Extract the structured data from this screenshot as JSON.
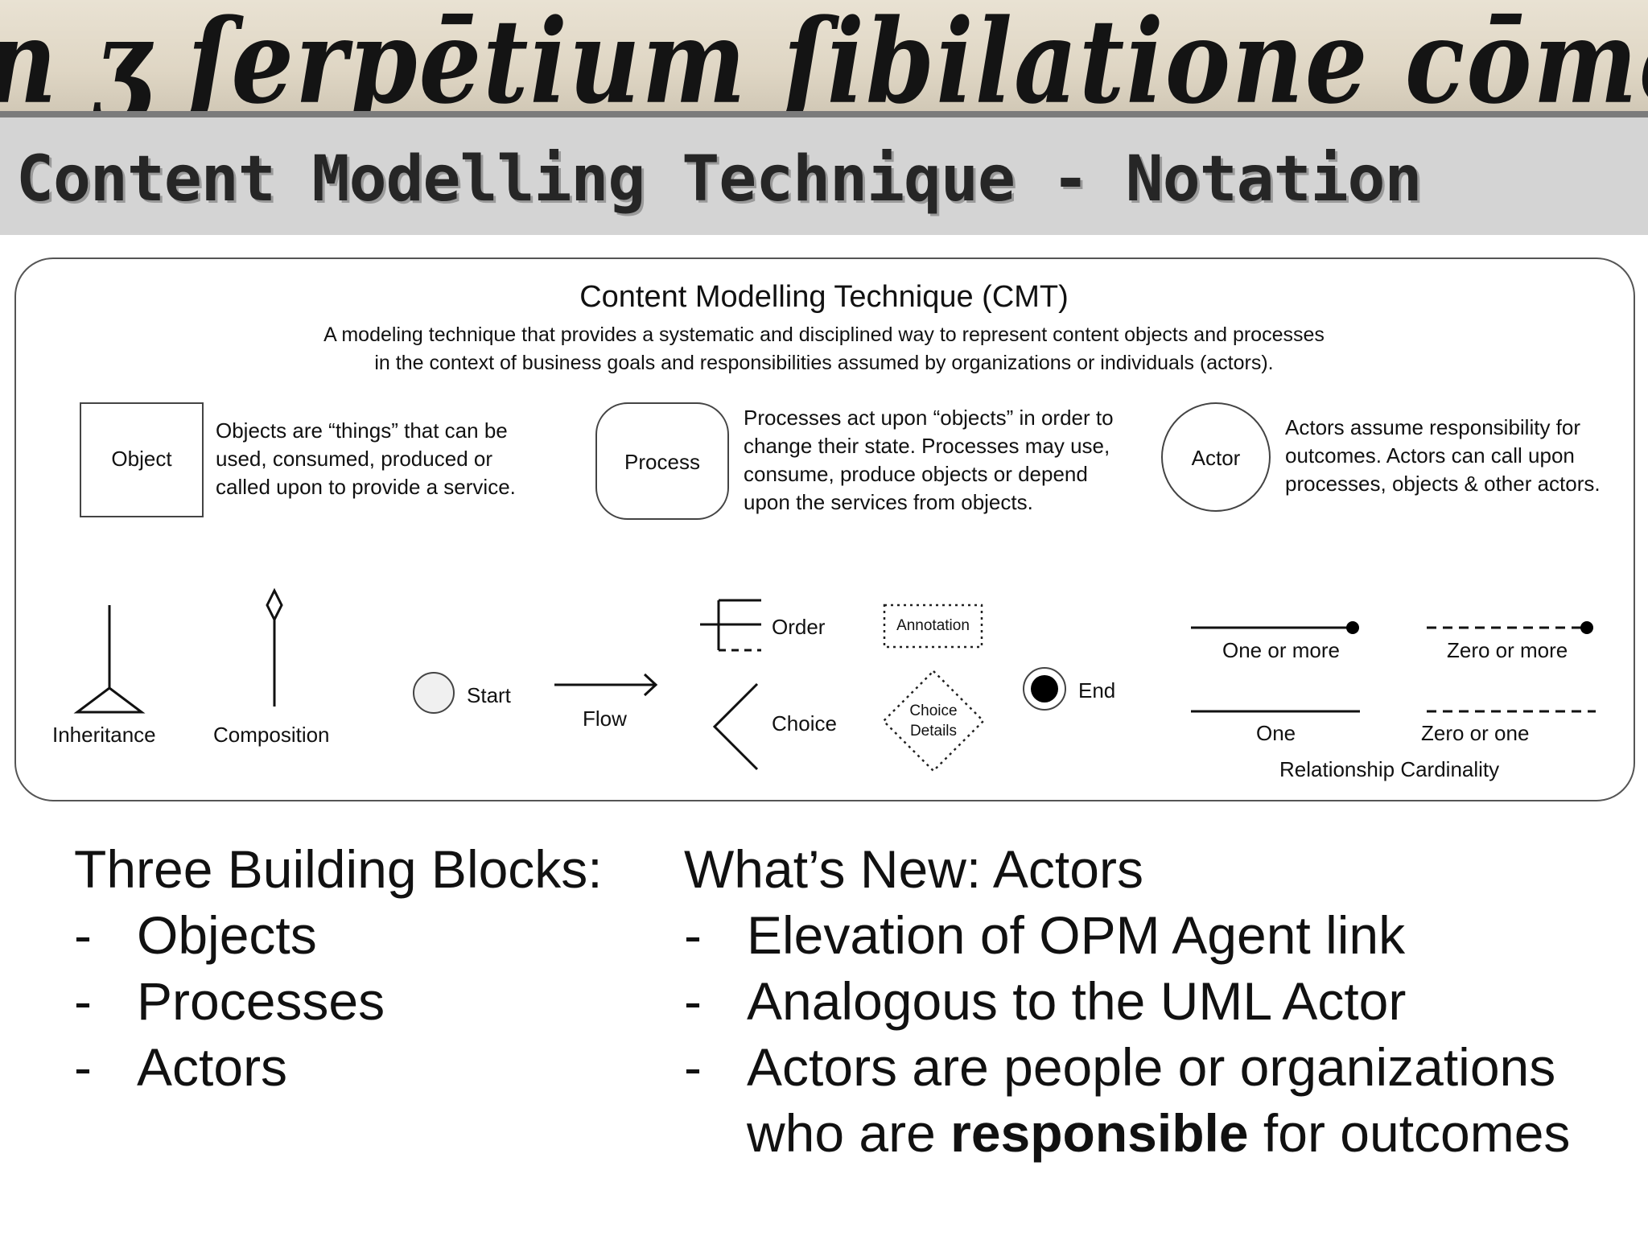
{
  "banner": {
    "text": "n ʒ ſerpētium ſibilatione cōmon."
  },
  "page": {
    "title": "Content Modelling Technique - Notation"
  },
  "cmt": {
    "title": "Content Modelling Technique (CMT)",
    "subtitle_line1": "A modeling technique that provides a systematic and disciplined way to represent content objects and processes",
    "subtitle_line2": "in the context of business goals and responsibilities assumed by organizations or individuals (actors)."
  },
  "blocks": {
    "object": {
      "label": "Object",
      "desc": [
        "Objects are “things” that can be",
        "used, consumed, produced or",
        "called upon to provide a service."
      ]
    },
    "process": {
      "label": "Process",
      "desc": [
        "Processes act upon “objects” in order to",
        "change their state. Processes may use,",
        "consume, produce objects or depend",
        "upon the services from objects."
      ]
    },
    "actor": {
      "label": "Actor",
      "desc": [
        "Actors assume responsibility for",
        "outcomes. Actors can call upon",
        "processes, objects & other actors."
      ]
    }
  },
  "symbols": {
    "inheritance": "Inheritance",
    "composition": "Composition",
    "start": "Start",
    "flow": "Flow",
    "order": "Order",
    "choice": "Choice",
    "annotation": "Annotation",
    "choice_details_line1": "Choice",
    "choice_details_line2": "Details",
    "end": "End",
    "one_or_more": "One or more",
    "zero_or_more": "Zero or more",
    "one": "One",
    "zero_or_one": "Zero or one",
    "cardinality": "Relationship Cardinality"
  },
  "left_list": {
    "heading": "Three Building Blocks:",
    "items": [
      "Objects",
      "Processes",
      "Actors"
    ]
  },
  "right_list": {
    "heading": "What’s New: Actors",
    "item1": "Elevation of OPM Agent link",
    "item2": "Analogous to the UML Actor",
    "item3_line1": "Actors are people or organizations",
    "item3_line2_pre": "who are ",
    "item3_line2_bold": "responsible",
    "item3_line2_post": " for outcomes"
  },
  "bullet_dash": "-"
}
